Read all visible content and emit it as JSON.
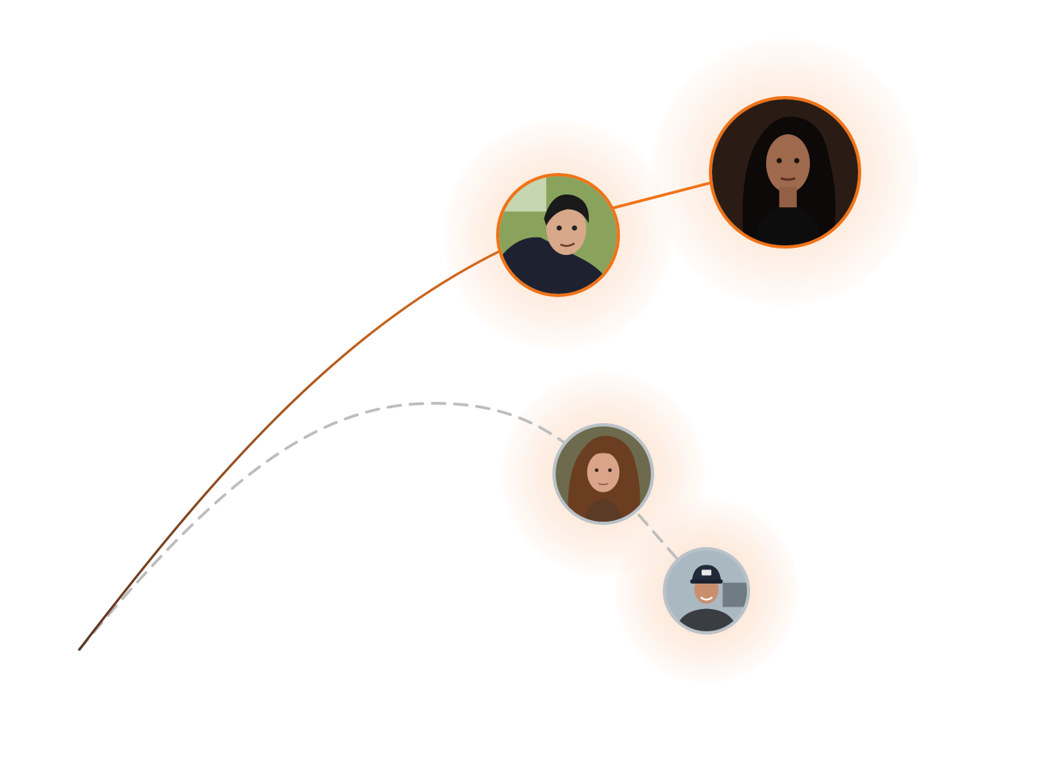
{
  "colors": {
    "accent": "#f07318",
    "accent_dark": "#5a3520",
    "muted_ring": "#b9c2c9",
    "dashed": "#bdbdbd",
    "glow": "#fde2cf"
  },
  "paths": {
    "primary": {
      "style": "solid",
      "gradient": [
        "#5a3520",
        "#f07318"
      ]
    },
    "secondary": {
      "style": "dashed"
    }
  },
  "nodes": [
    {
      "id": "man-glasses",
      "group": "primary",
      "ring": "accent",
      "skin": "#d7a98a",
      "hair": "#1a1a1a",
      "shirt": "#1e2230",
      "bg": "#8aa35c"
    },
    {
      "id": "woman-dark-hair",
      "group": "primary",
      "ring": "accent",
      "skin": "#a06a4e",
      "hair": "#0c0908",
      "shirt": "#0d0d0d",
      "bg": "#2a1c14"
    },
    {
      "id": "woman-wavy-hair",
      "group": "secondary",
      "ring": "muted",
      "skin": "#d9a48a",
      "hair": "#6b3e22",
      "shirt": "#5b3a26",
      "bg": "#6d6a4d"
    },
    {
      "id": "man-cap",
      "group": "secondary",
      "ring": "muted",
      "skin": "#c98f6d",
      "hair": "#222a3a",
      "shirt": "#3a3d42",
      "bg": "#aab8c2"
    }
  ]
}
